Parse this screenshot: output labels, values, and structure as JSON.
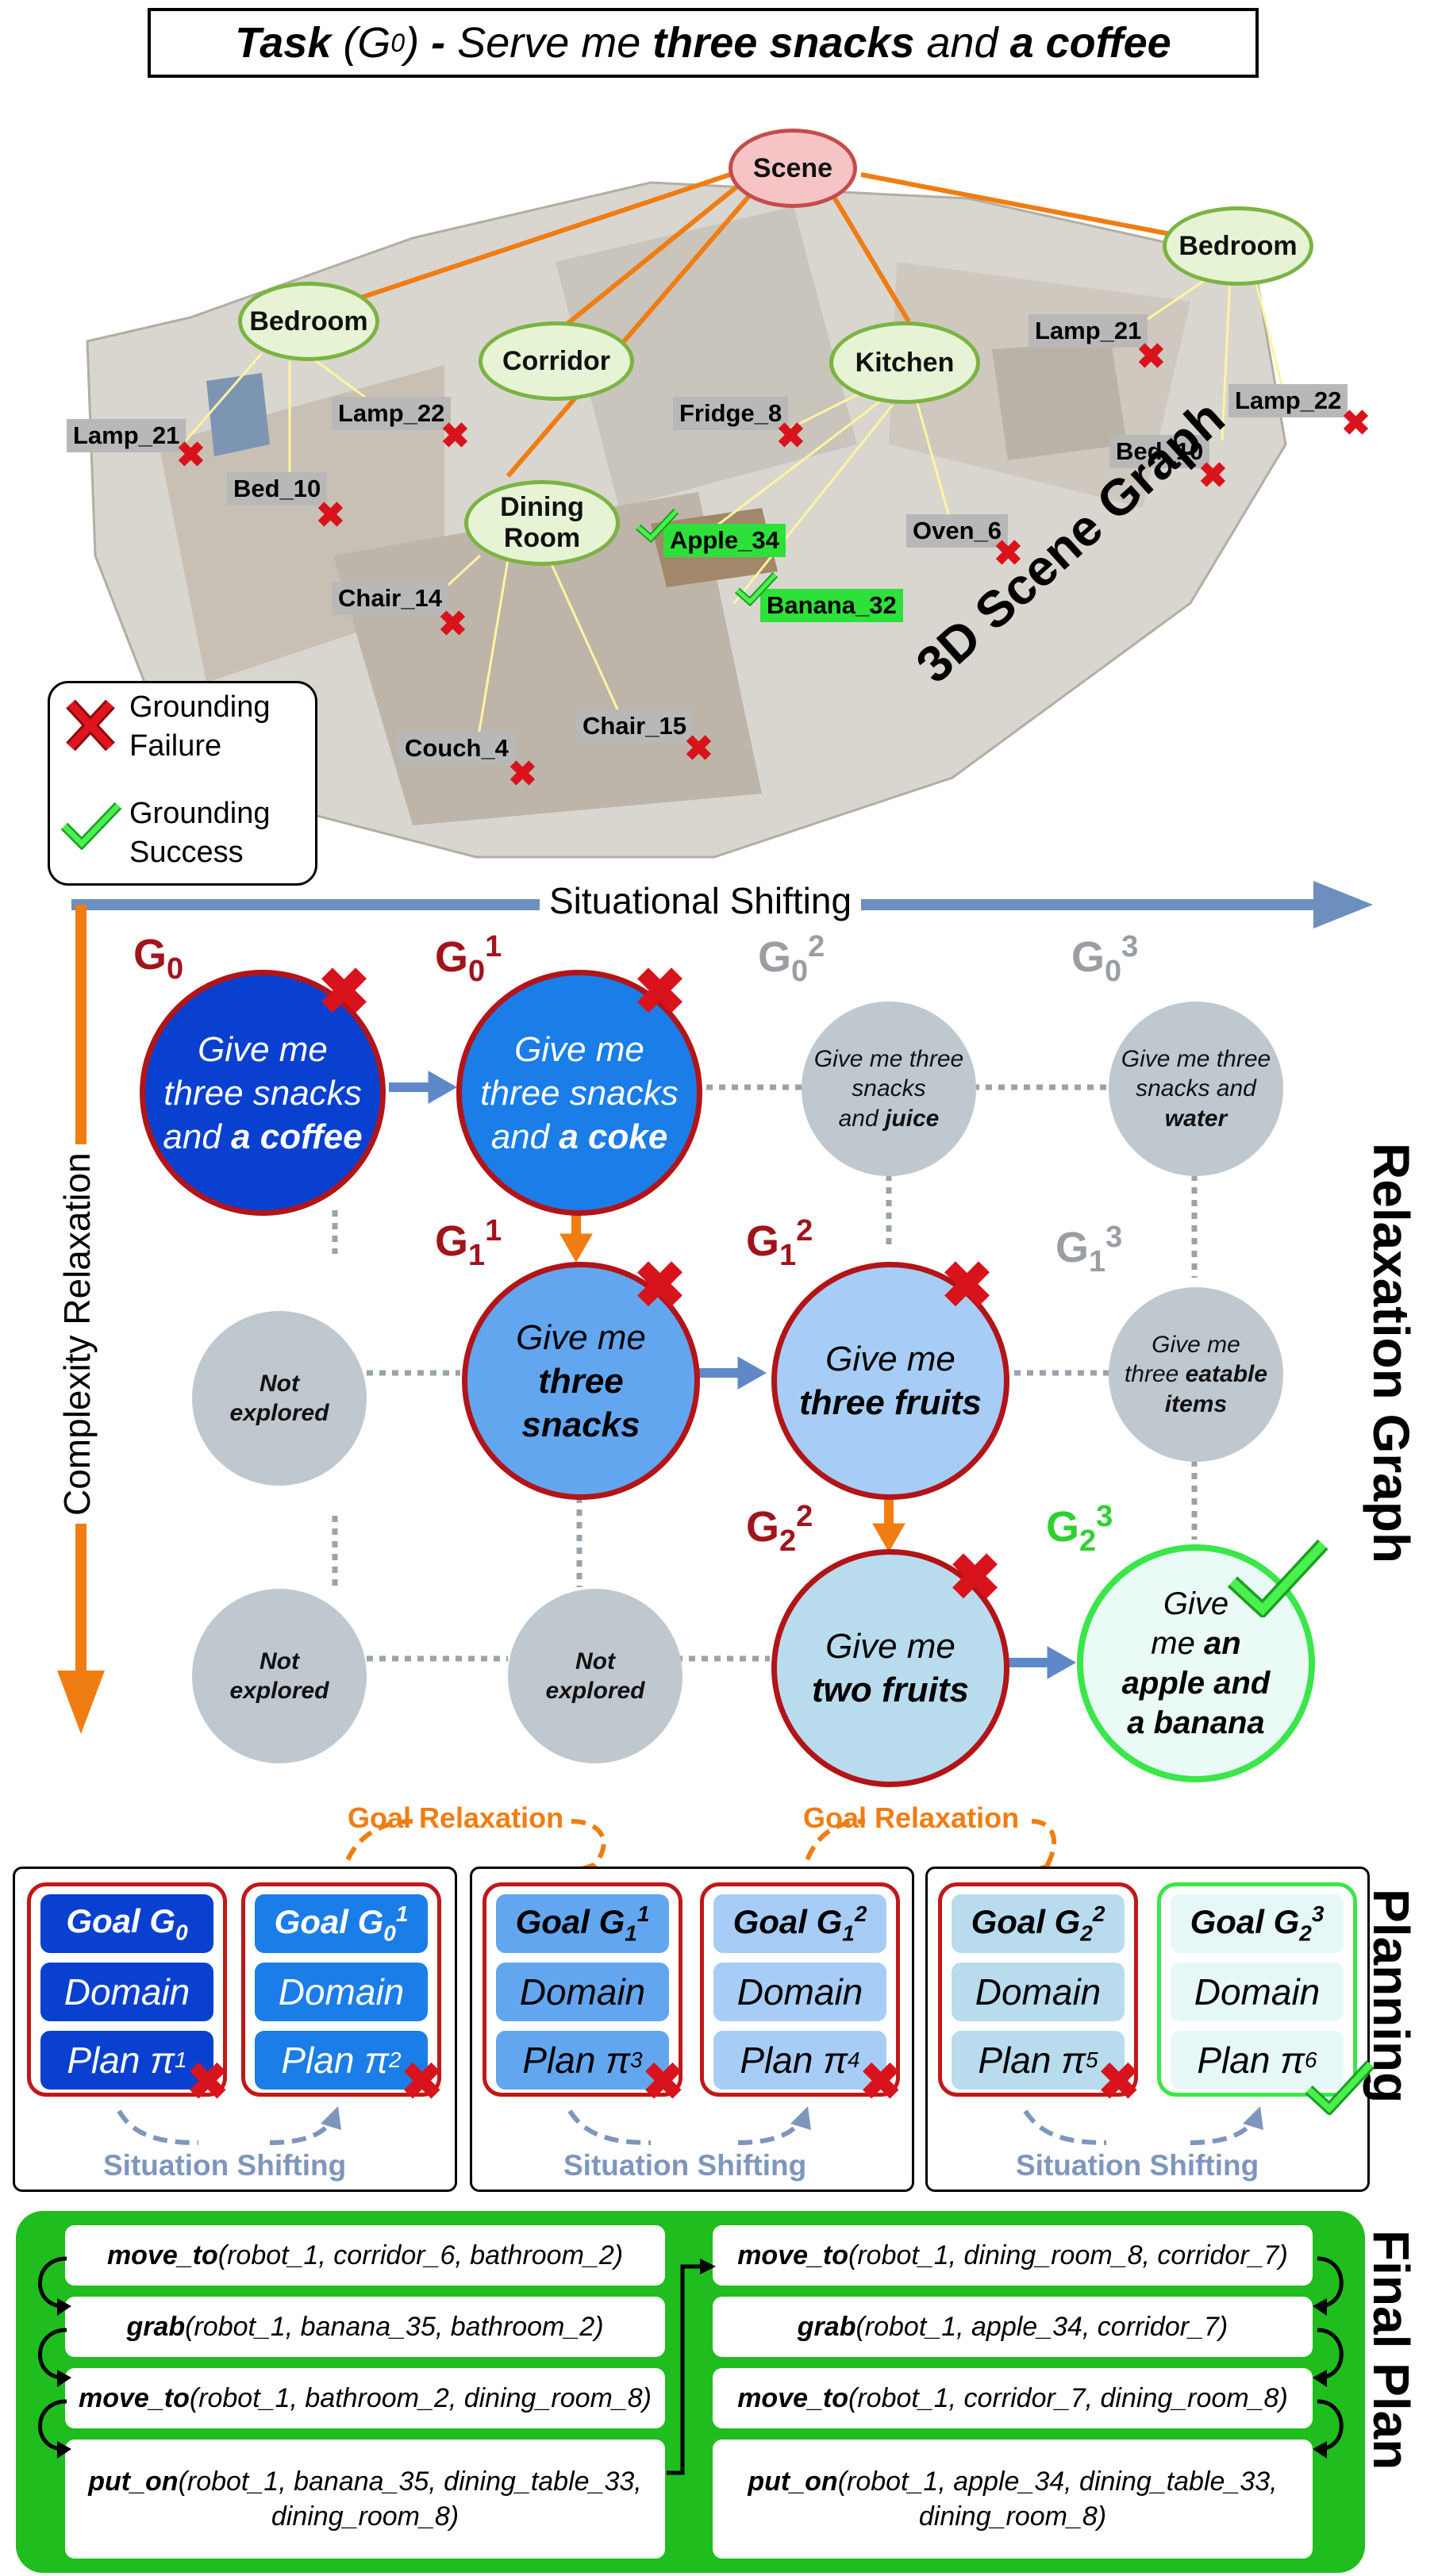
{
  "task": {
    "prefix": "Task",
    "sub_g": "G",
    "sub_0": "0",
    "dash": " - Serve me ",
    "bold1": "three snacks",
    "mid": " and ",
    "bold2": "a coffee"
  },
  "scene_graph": {
    "title": "3D Scene Graph",
    "nodes": {
      "scene": "Scene",
      "bedroom_left": "Bedroom",
      "bedroom_right": "Bedroom",
      "corridor": "Corridor",
      "kitchen": "Kitchen",
      "dining_room": "Dining Room"
    },
    "objects": {
      "lamp21_l": "Lamp_21",
      "lamp22_l": "Lamp_22",
      "bed10_l": "Bed_10",
      "fridge": "Fridge_8",
      "apple": "Apple_34",
      "banana": "Banana_32",
      "oven": "Oven_6",
      "chair14": "Chair_14",
      "couch": "Couch_4",
      "chair15": "Chair_15",
      "lamp21_r": "Lamp_21",
      "lamp22_r": "Lamp_22",
      "bed10_r": "Bed_10"
    },
    "legend": {
      "failure": "Grounding Failure",
      "success": "Grounding Success"
    }
  },
  "relaxation_graph": {
    "title": "Relaxation Graph",
    "h_axis": "Situational Shifting",
    "v_axis": "Complexity Relaxation",
    "nodes": {
      "g0": {
        "label": "G",
        "sub": "0",
        "sup": "",
        "l1": "Give me",
        "l2": "three snacks",
        "l3": "and ",
        "l3b": "a coffee"
      },
      "g01": {
        "label": "G",
        "sub": "0",
        "sup": "1",
        "l1": "Give me",
        "l2": "three snacks",
        "l3": "and ",
        "l3b": "a coke"
      },
      "g02": {
        "label": "G",
        "sub": "0",
        "sup": "2",
        "l1": "Give me three",
        "l2": "snacks",
        "l3": "and ",
        "l3b": "juice"
      },
      "g03": {
        "label": "G",
        "sub": "0",
        "sup": "3",
        "l1": "Give me three",
        "l2": "snacks and",
        "l3b": "water"
      },
      "g11": {
        "label": "G",
        "sub": "1",
        "sup": "1",
        "l1": "Give me",
        "l2b": "three",
        "l3b": "snacks"
      },
      "g12": {
        "label": "G",
        "sub": "1",
        "sup": "2",
        "l1": "Give me",
        "l2b": "three fruits"
      },
      "g13": {
        "label": "G",
        "sub": "1",
        "sup": "3",
        "l1": "Give me",
        "l2": "three ",
        "l2b": "eatable",
        "l3b": "items"
      },
      "g22": {
        "label": "G",
        "sub": "2",
        "sup": "2",
        "l1": "Give me",
        "l2b": "two fruits"
      },
      "g23": {
        "label": "G",
        "sub": "2",
        "sup": "3",
        "l1": "Give",
        "l2": "me ",
        "l2b": "an",
        "l3b": "apple and",
        "l4b": "a banana"
      },
      "ne1": {
        "l1": "Not",
        "l2": "explored"
      },
      "ne2": {
        "l1": "Not",
        "l2": "explored"
      },
      "ne3": {
        "l1": "Not",
        "l2": "explored"
      }
    }
  },
  "planning": {
    "title": "Planning",
    "goal_relaxation": "Goal Relaxation",
    "situation_shifting": "Situation Shifting",
    "domain": "Domain",
    "plan": "Plan π",
    "goals": [
      {
        "goal": "Goal G",
        "sub": "0",
        "sup": "",
        "pi": "1",
        "color": "#0a40cf",
        "text": "#ffffff"
      },
      {
        "goal": "Goal G",
        "sub": "0",
        "sup": "1",
        "pi": "2",
        "color": "#1a7de8",
        "text": "#ffffff"
      },
      {
        "goal": "Goal G",
        "sub": "1",
        "sup": "1",
        "pi": "3",
        "color": "#63a6f0",
        "text": "#000000"
      },
      {
        "goal": "Goal G",
        "sub": "1",
        "sup": "2",
        "pi": "4",
        "color": "#a7cdf6",
        "text": "#000000"
      },
      {
        "goal": "Goal G",
        "sub": "2",
        "sup": "2",
        "pi": "5",
        "color": "#b8dcee",
        "text": "#000000"
      },
      {
        "goal": "Goal G",
        "sub": "2",
        "sup": "3",
        "pi": "6",
        "color": "#e6f7f8",
        "text": "#000000"
      }
    ]
  },
  "final_plan": {
    "title": "Final Plan",
    "left": [
      {
        "op": "move_to",
        "args": "(robot_1, corridor_6, bathroom_2)"
      },
      {
        "op": "grab",
        "args": "(robot_1, banana_35, bathroom_2)"
      },
      {
        "op": "move_to",
        "args": "(robot_1, bathroom_2, dining_room_8)"
      },
      {
        "op": "put_on",
        "args": "(robot_1, banana_35, dining_table_33,",
        "args2": "dining_room_8)"
      }
    ],
    "right": [
      {
        "op": "move_to",
        "args": "(robot_1, dining_room_8, corridor_7)"
      },
      {
        "op": "grab",
        "args": "(robot_1, apple_34, corridor_7)"
      },
      {
        "op": "move_to",
        "args": "(robot_1, corridor_7, dining_room_8)"
      },
      {
        "op": "put_on",
        "args": "(robot_1, apple_34, dining_table_33,",
        "args2": "dining_room_8)"
      }
    ]
  },
  "colors": {
    "fail": "#d8131b",
    "success": "#2ed130",
    "orange": "#f07d12",
    "steel": "#6d8fbf"
  }
}
